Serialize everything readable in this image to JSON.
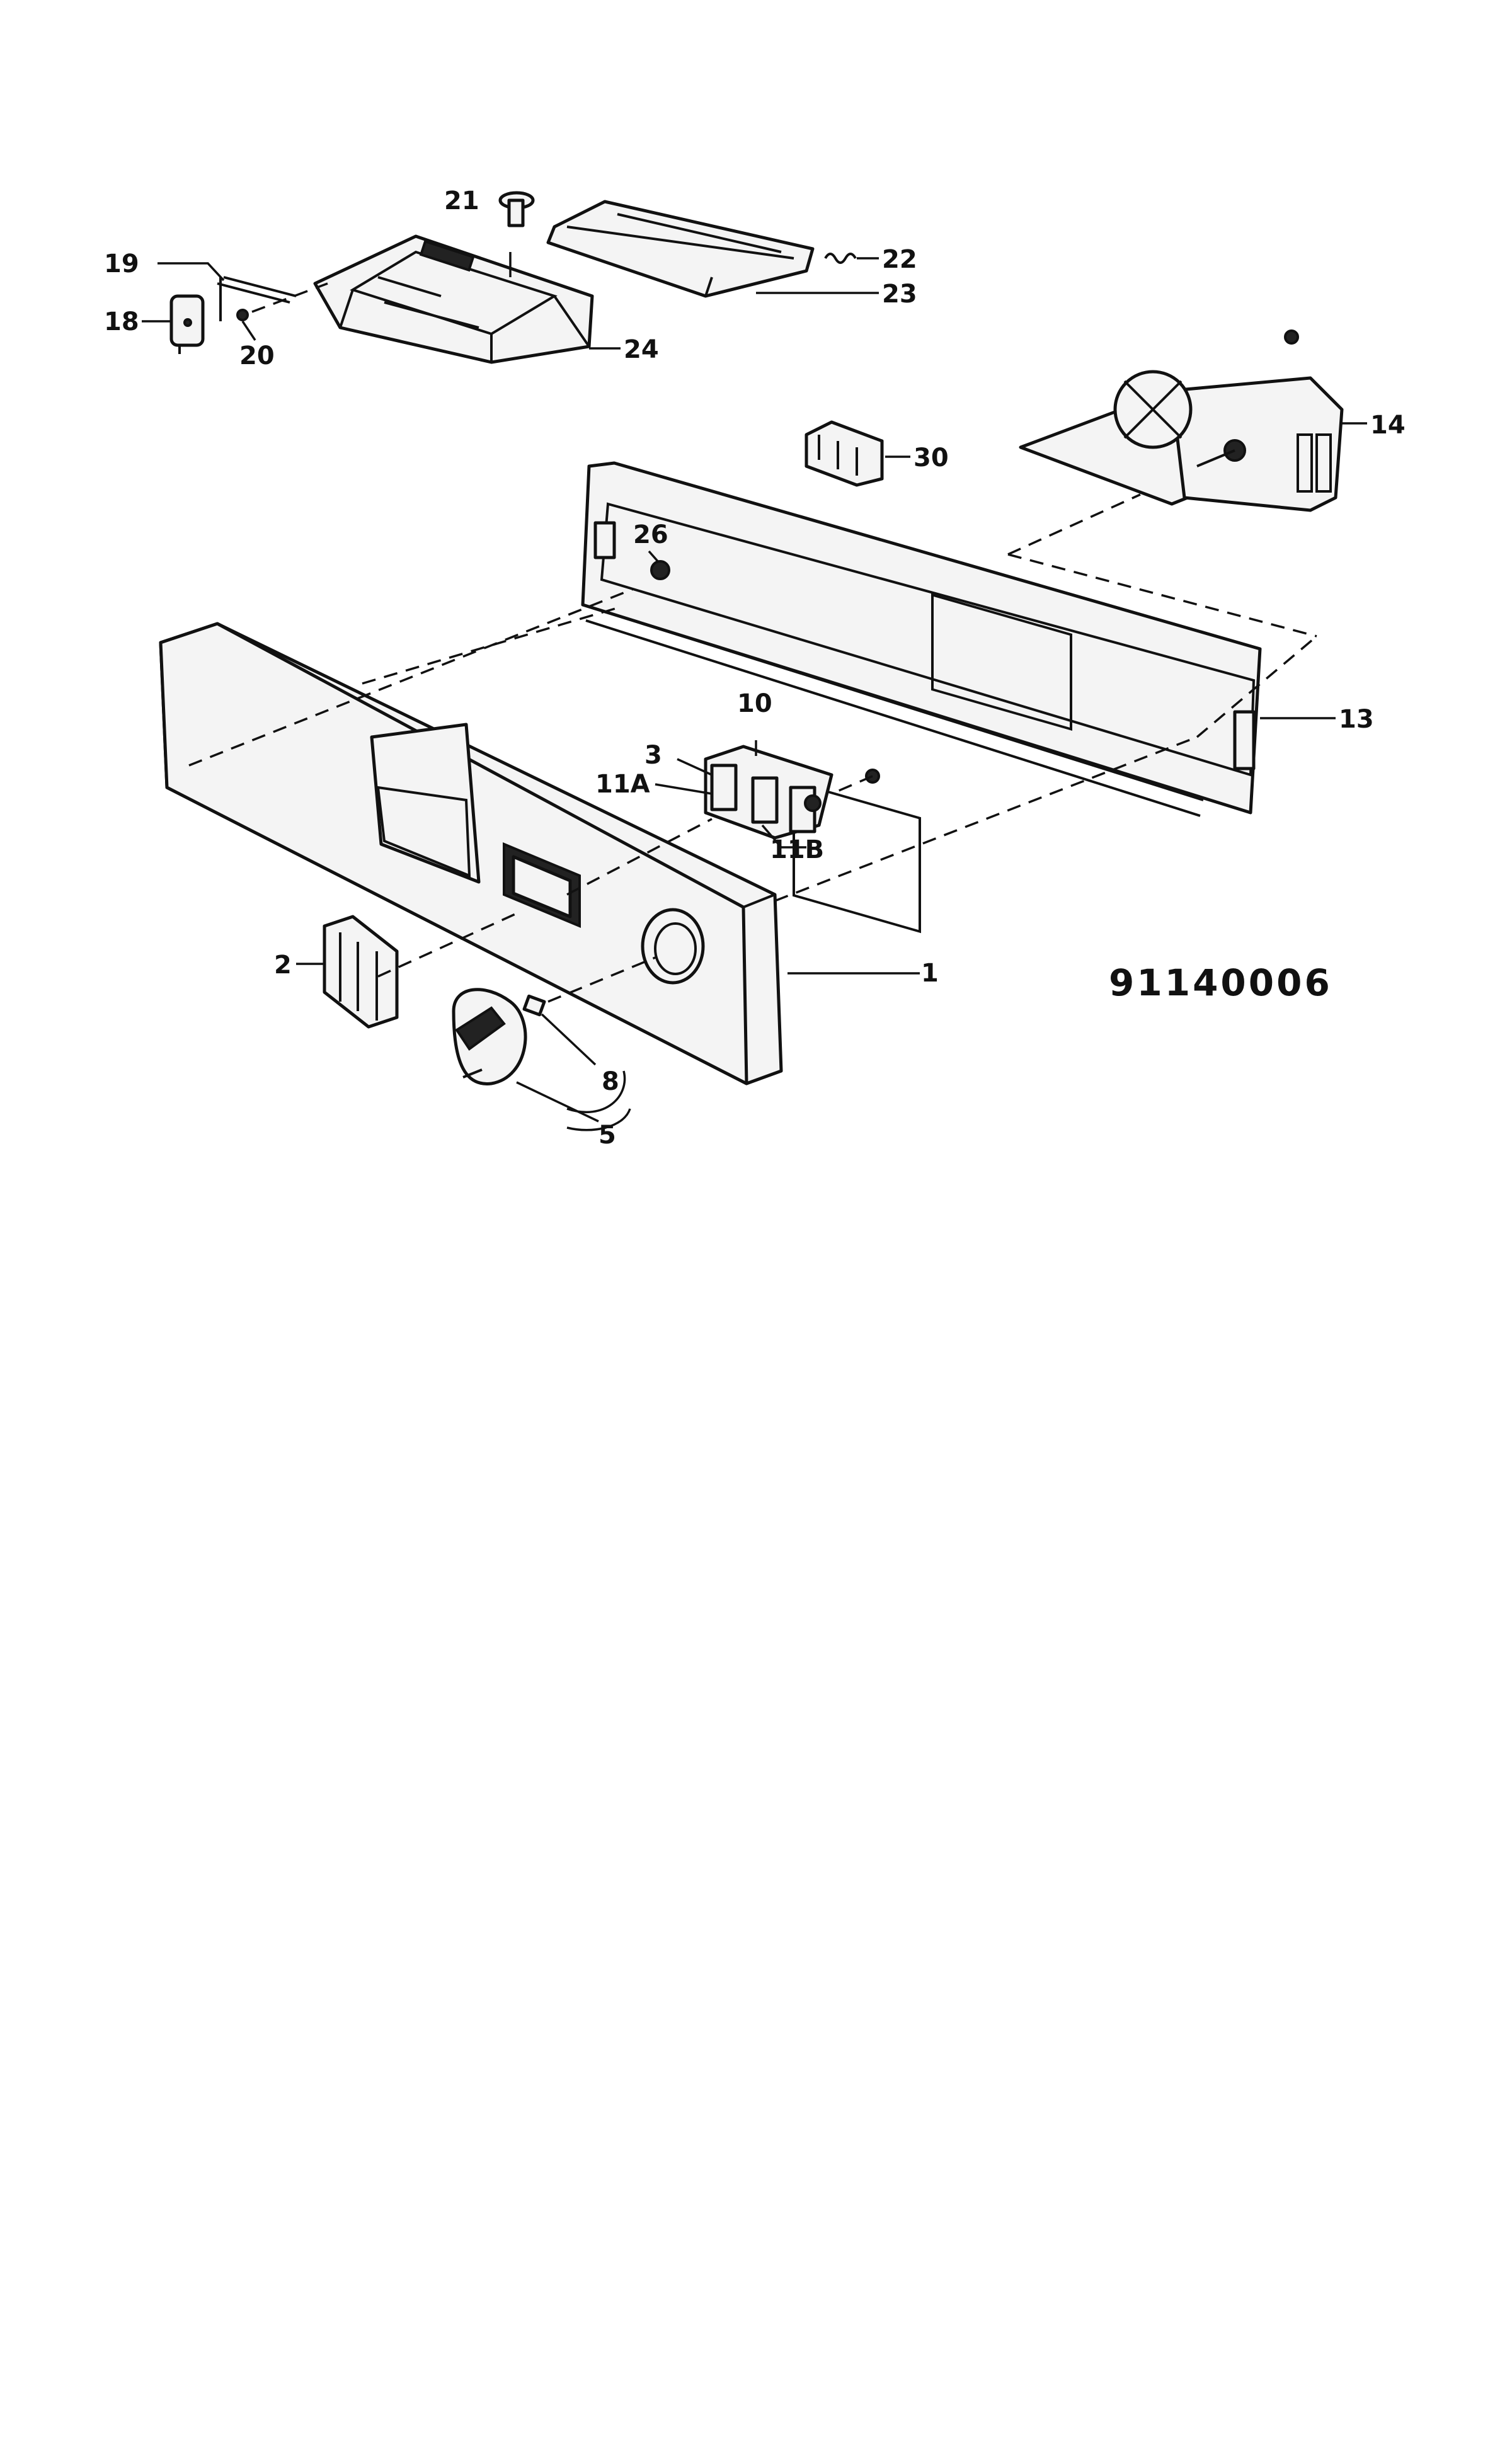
{
  "drawing_number": "91140006",
  "callouts": {
    "c1": "1",
    "c2": "2",
    "c3": "3",
    "c5": "5",
    "c8": "8",
    "c10": "10",
    "c11a": "11A",
    "c11b": "11B",
    "c13": "13",
    "c14": "14",
    "c18": "18",
    "c19": "19",
    "c20": "20",
    "c21": "21",
    "c22": "22",
    "c23": "23",
    "c24": "24",
    "c26": "26",
    "c30": "30"
  }
}
